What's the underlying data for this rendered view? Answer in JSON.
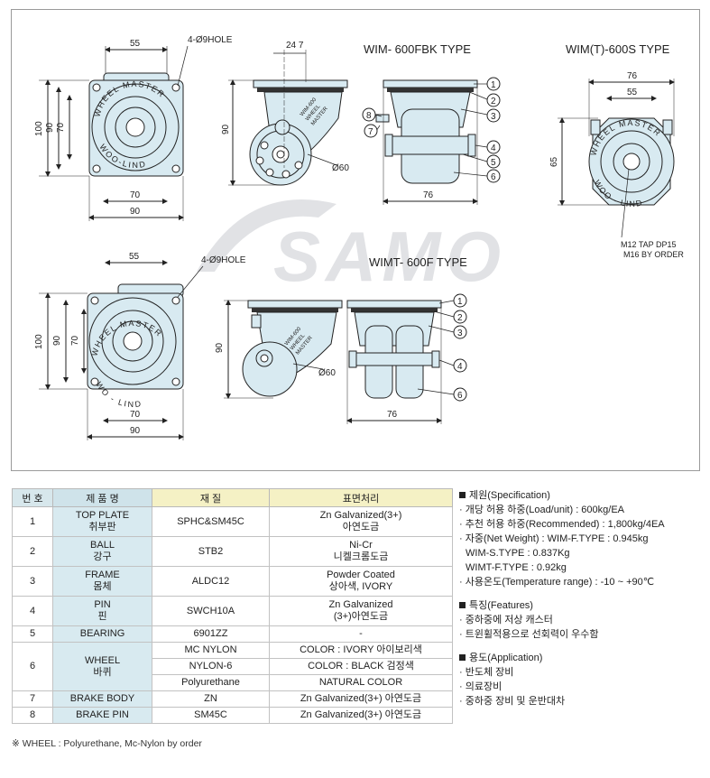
{
  "titles": {
    "fbk": "WIM- 600FBK TYPE",
    "s": "WIM(T)-600S TYPE",
    "f": "WIMT- 600F TYPE"
  },
  "watermark": "SAMO",
  "plate_text": {
    "top": "WHEEL MASTER",
    "bottom": "WOO-LIND",
    "bottom2": "WO - LIND",
    "bottom3": "WOO - LIND"
  },
  "frame_text": [
    "WIM-600",
    "WHEEL",
    "MASTER"
  ],
  "dims": {
    "d55": "55",
    "hole": "4-Ø9HOLE",
    "d247": "24 7",
    "d100": "100",
    "d90": "90",
    "d70": "70",
    "d60": "Ø60",
    "d76": "76",
    "d65": "65",
    "tap1": "M12 TAP DP15",
    "tap2": "M16 BY ORDER"
  },
  "callouts": [
    "1",
    "2",
    "3",
    "4",
    "5",
    "6",
    "7",
    "8"
  ],
  "table": {
    "headers": [
      "번 호",
      "제 품 명",
      "재 질",
      "표면처리"
    ],
    "rows": [
      {
        "no": "1",
        "name": [
          "TOP PLATE",
          "취부판"
        ],
        "material": "SPHC&SM45C",
        "finish": [
          "Zn Galvanized(3+)",
          "아연도금"
        ]
      },
      {
        "no": "2",
        "name": [
          "BALL",
          "강구"
        ],
        "material": "STB2",
        "finish": [
          "Ni-Cr",
          "니켈크롬도금"
        ]
      },
      {
        "no": "3",
        "name": [
          "FRAME",
          "몸체"
        ],
        "material": "ALDC12",
        "finish": [
          "Powder Coated",
          "상아색, IVORY"
        ]
      },
      {
        "no": "4",
        "name": [
          "PIN",
          "핀"
        ],
        "material": "SWCH10A",
        "finish": [
          "Zn Galvanized",
          "(3+)아연도금"
        ]
      },
      {
        "no": "5",
        "name": [
          "BEARING"
        ],
        "material": "6901ZZ",
        "finish": [
          "-"
        ]
      },
      {
        "no": "6",
        "name": [
          "WHEEL",
          "바퀴"
        ],
        "subrows": [
          {
            "material": "MC NYLON",
            "finish": "COLOR : IVORY 아이보리색"
          },
          {
            "material": "NYLON-6",
            "finish": "COLOR : BLACK 검정색"
          },
          {
            "material": "Polyurethane",
            "finish": "NATURAL COLOR"
          }
        ]
      },
      {
        "no": "7",
        "name": [
          "BRAKE BODY"
        ],
        "material": "ZN",
        "finish": [
          "Zn Galvanized(3+) 아연도금"
        ]
      },
      {
        "no": "8",
        "name": [
          "BRAKE PIN"
        ],
        "material": "SM45C",
        "finish": [
          "Zn Galvanized(3+) 아연도금"
        ]
      }
    ]
  },
  "note": "※ WHEEL : Polyurethane, Mc-Nylon by order",
  "info": {
    "spec_title": "제원(Specification)",
    "spec": [
      {
        "text": "· 개당 허용 하중(Load/unit) : 600kg/EA",
        "indent": false
      },
      {
        "text": "· 추천 허용 하중(Recommended) : 1,800kg/4EA",
        "indent": false
      },
      {
        "text": "· 자중(Net Weight) : WIM-F.TYPE : 0.945kg",
        "indent": false
      },
      {
        "text": "WIM-S.TYPE : 0.837Kg",
        "indent": true
      },
      {
        "text": "WIMT-F.TYPE : 0.92kg",
        "indent": true
      },
      {
        "text": "· 사용온도(Temperature range) : -10 ~ +90℃",
        "indent": false
      }
    ],
    "features_title": "특징(Features)",
    "features": [
      "· 중하중에 저상 캐스터",
      "· 트윈휠적용으로 선회력이 우수함"
    ],
    "app_title": "용도(Application)",
    "apps": [
      "· 반도체 장비",
      "· 의료장비",
      "· 중하중 장비 및 운반대차"
    ]
  },
  "colors": {
    "part_fill": "#d8eaf1",
    "outline": "#222222",
    "watermark": "#c9cbd0",
    "header_blue": "#cfe3ea",
    "header_yellow": "#f5f1c5"
  }
}
